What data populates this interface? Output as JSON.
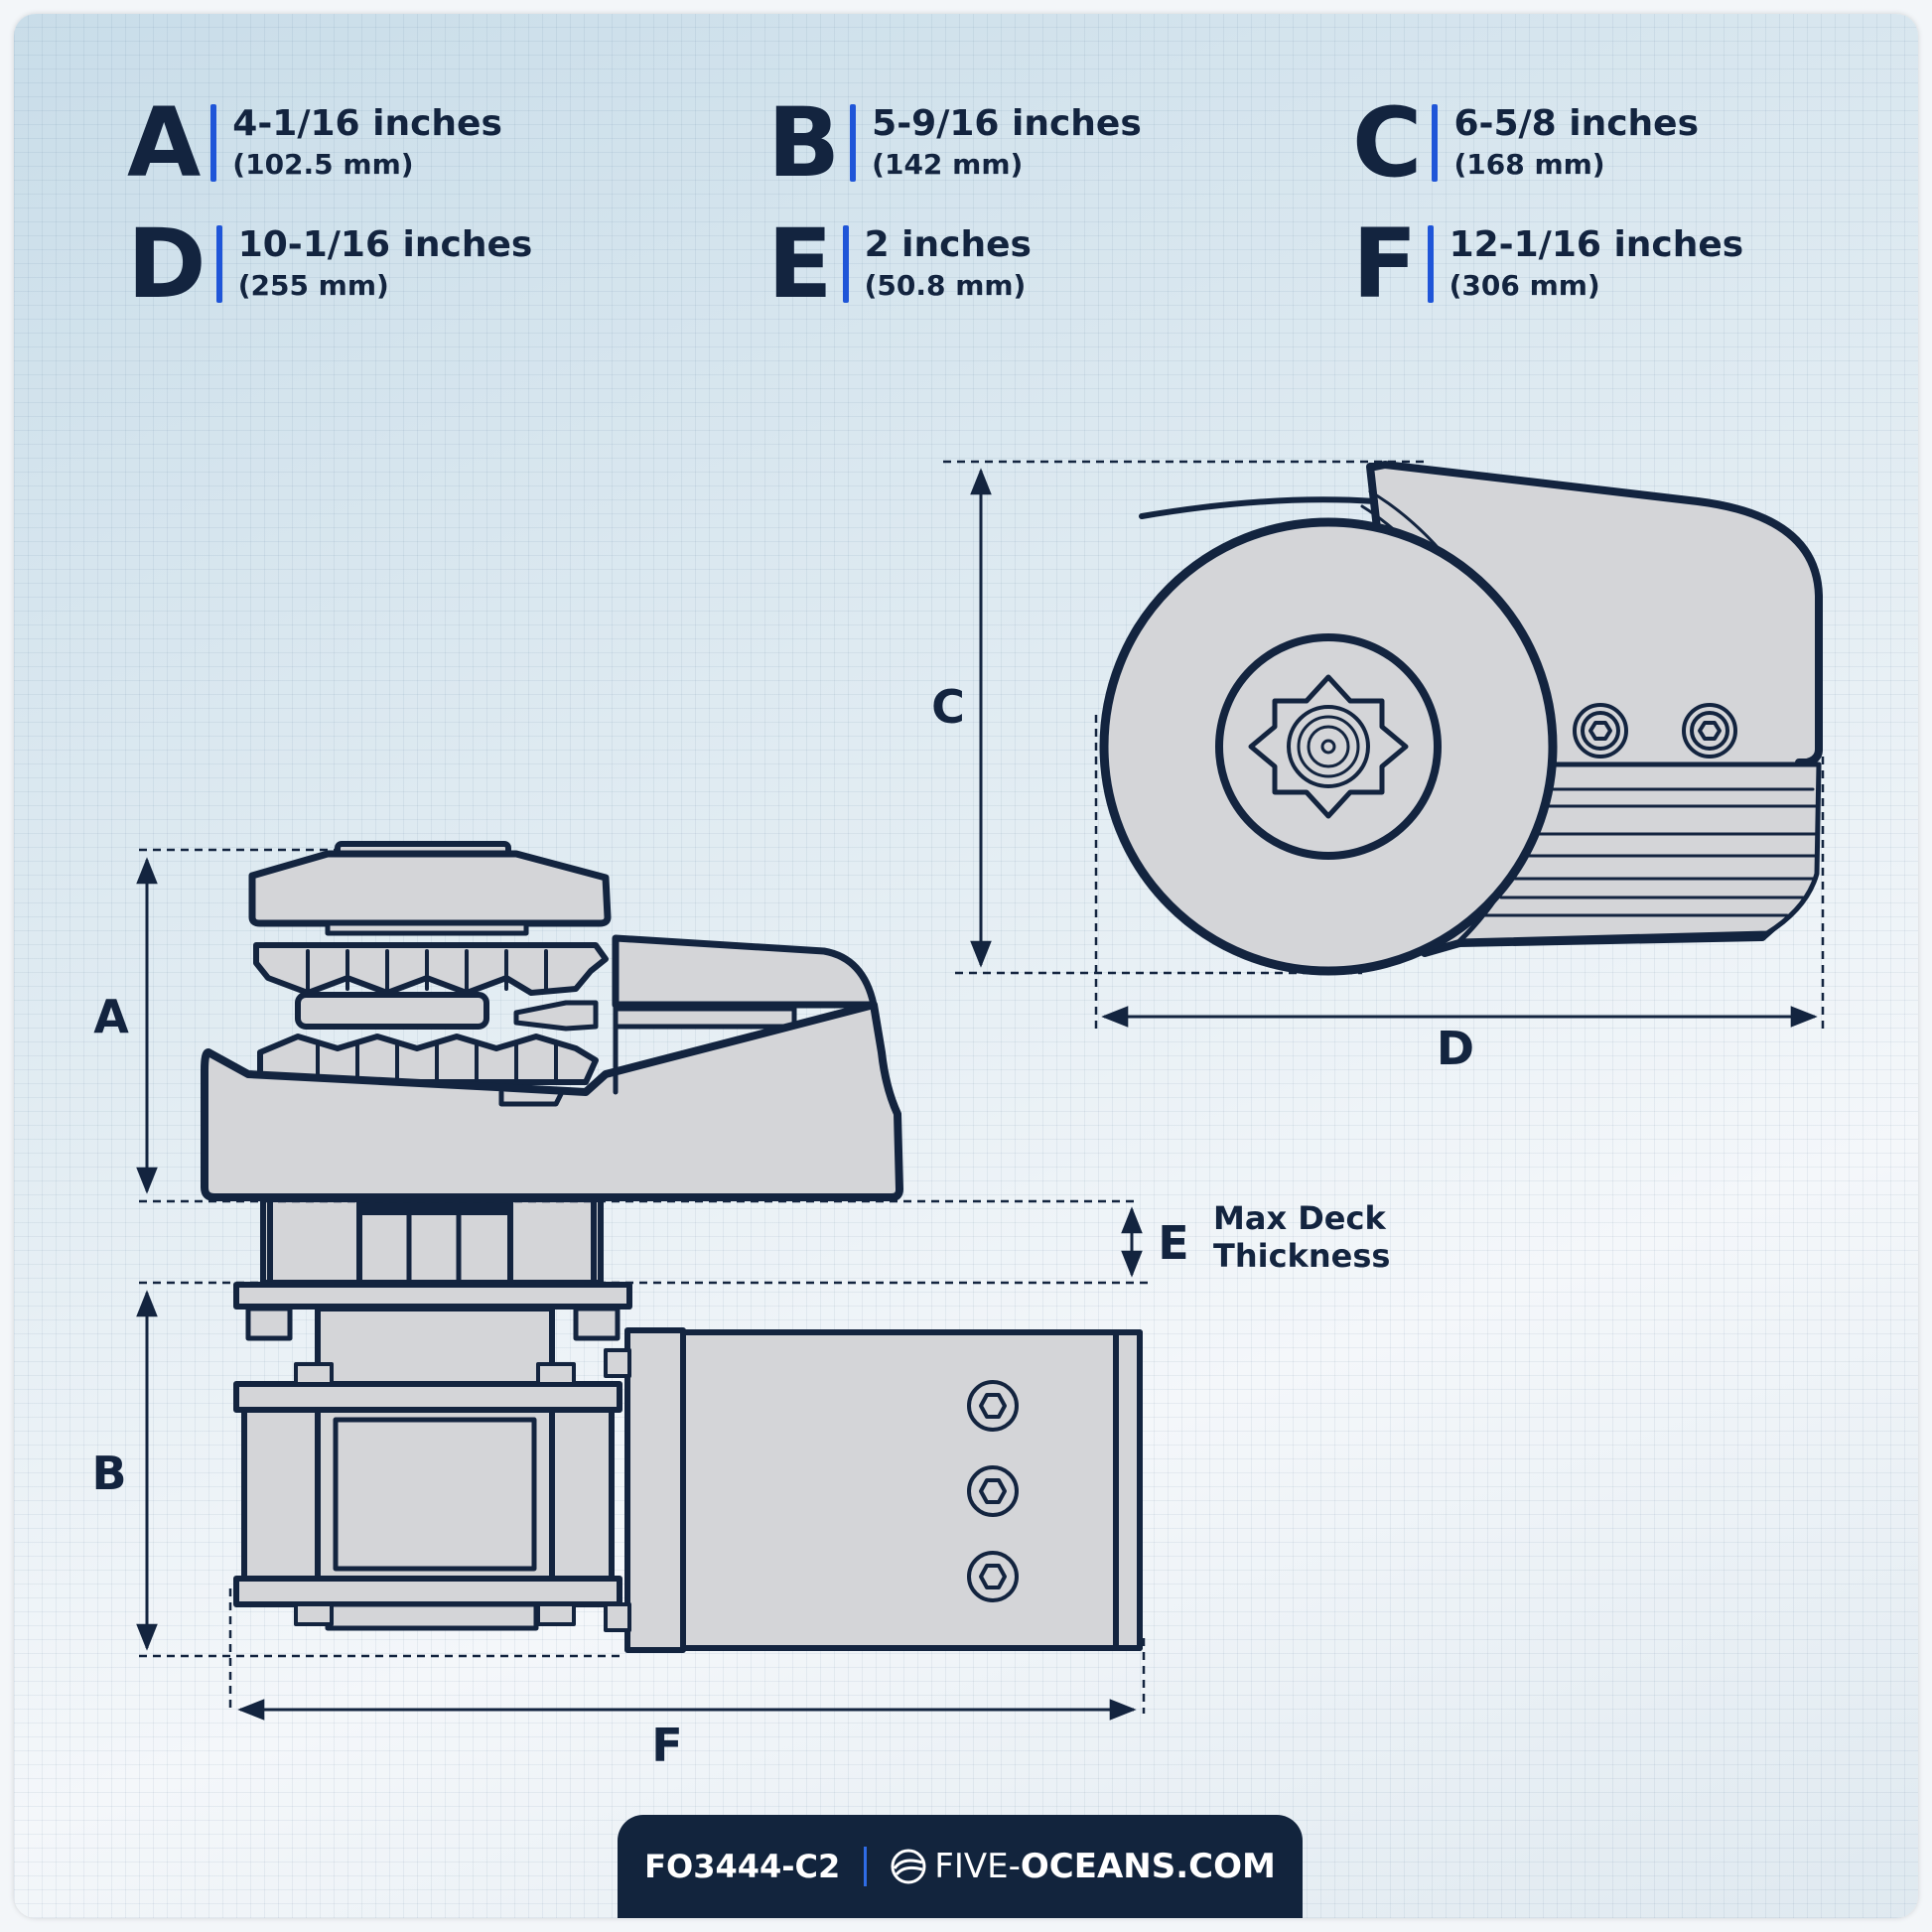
{
  "specs": [
    {
      "letter": "A",
      "inches": "4-1/16 inches",
      "mm": "(102.5 mm)"
    },
    {
      "letter": "B",
      "inches": "5-9/16 inches",
      "mm": "(142 mm)"
    },
    {
      "letter": "C",
      "inches": "6-5/8 inches",
      "mm": "(168 mm)"
    },
    {
      "letter": "D",
      "inches": "10-1/16 inches",
      "mm": "(255 mm)"
    },
    {
      "letter": "E",
      "inches": "2 inches",
      "mm": "(50.8 mm)"
    },
    {
      "letter": "F",
      "inches": "12-1/16 inches",
      "mm": "(306 mm)"
    }
  ],
  "labels": {
    "a": "A",
    "b": "B",
    "c": "C",
    "d": "D",
    "e": "E",
    "f": "F",
    "deck_line1": "Max Deck",
    "deck_line2": "Thickness"
  },
  "footer": {
    "model": "FO3444-C2",
    "brand_a": "FIVE-",
    "brand_b": "OCEANS.COM"
  },
  "colors": {
    "navy": "#13243f",
    "accent_blue": "#1f55d8",
    "part_fill": "#d4d5d8",
    "footer_bg": "#12243d"
  }
}
